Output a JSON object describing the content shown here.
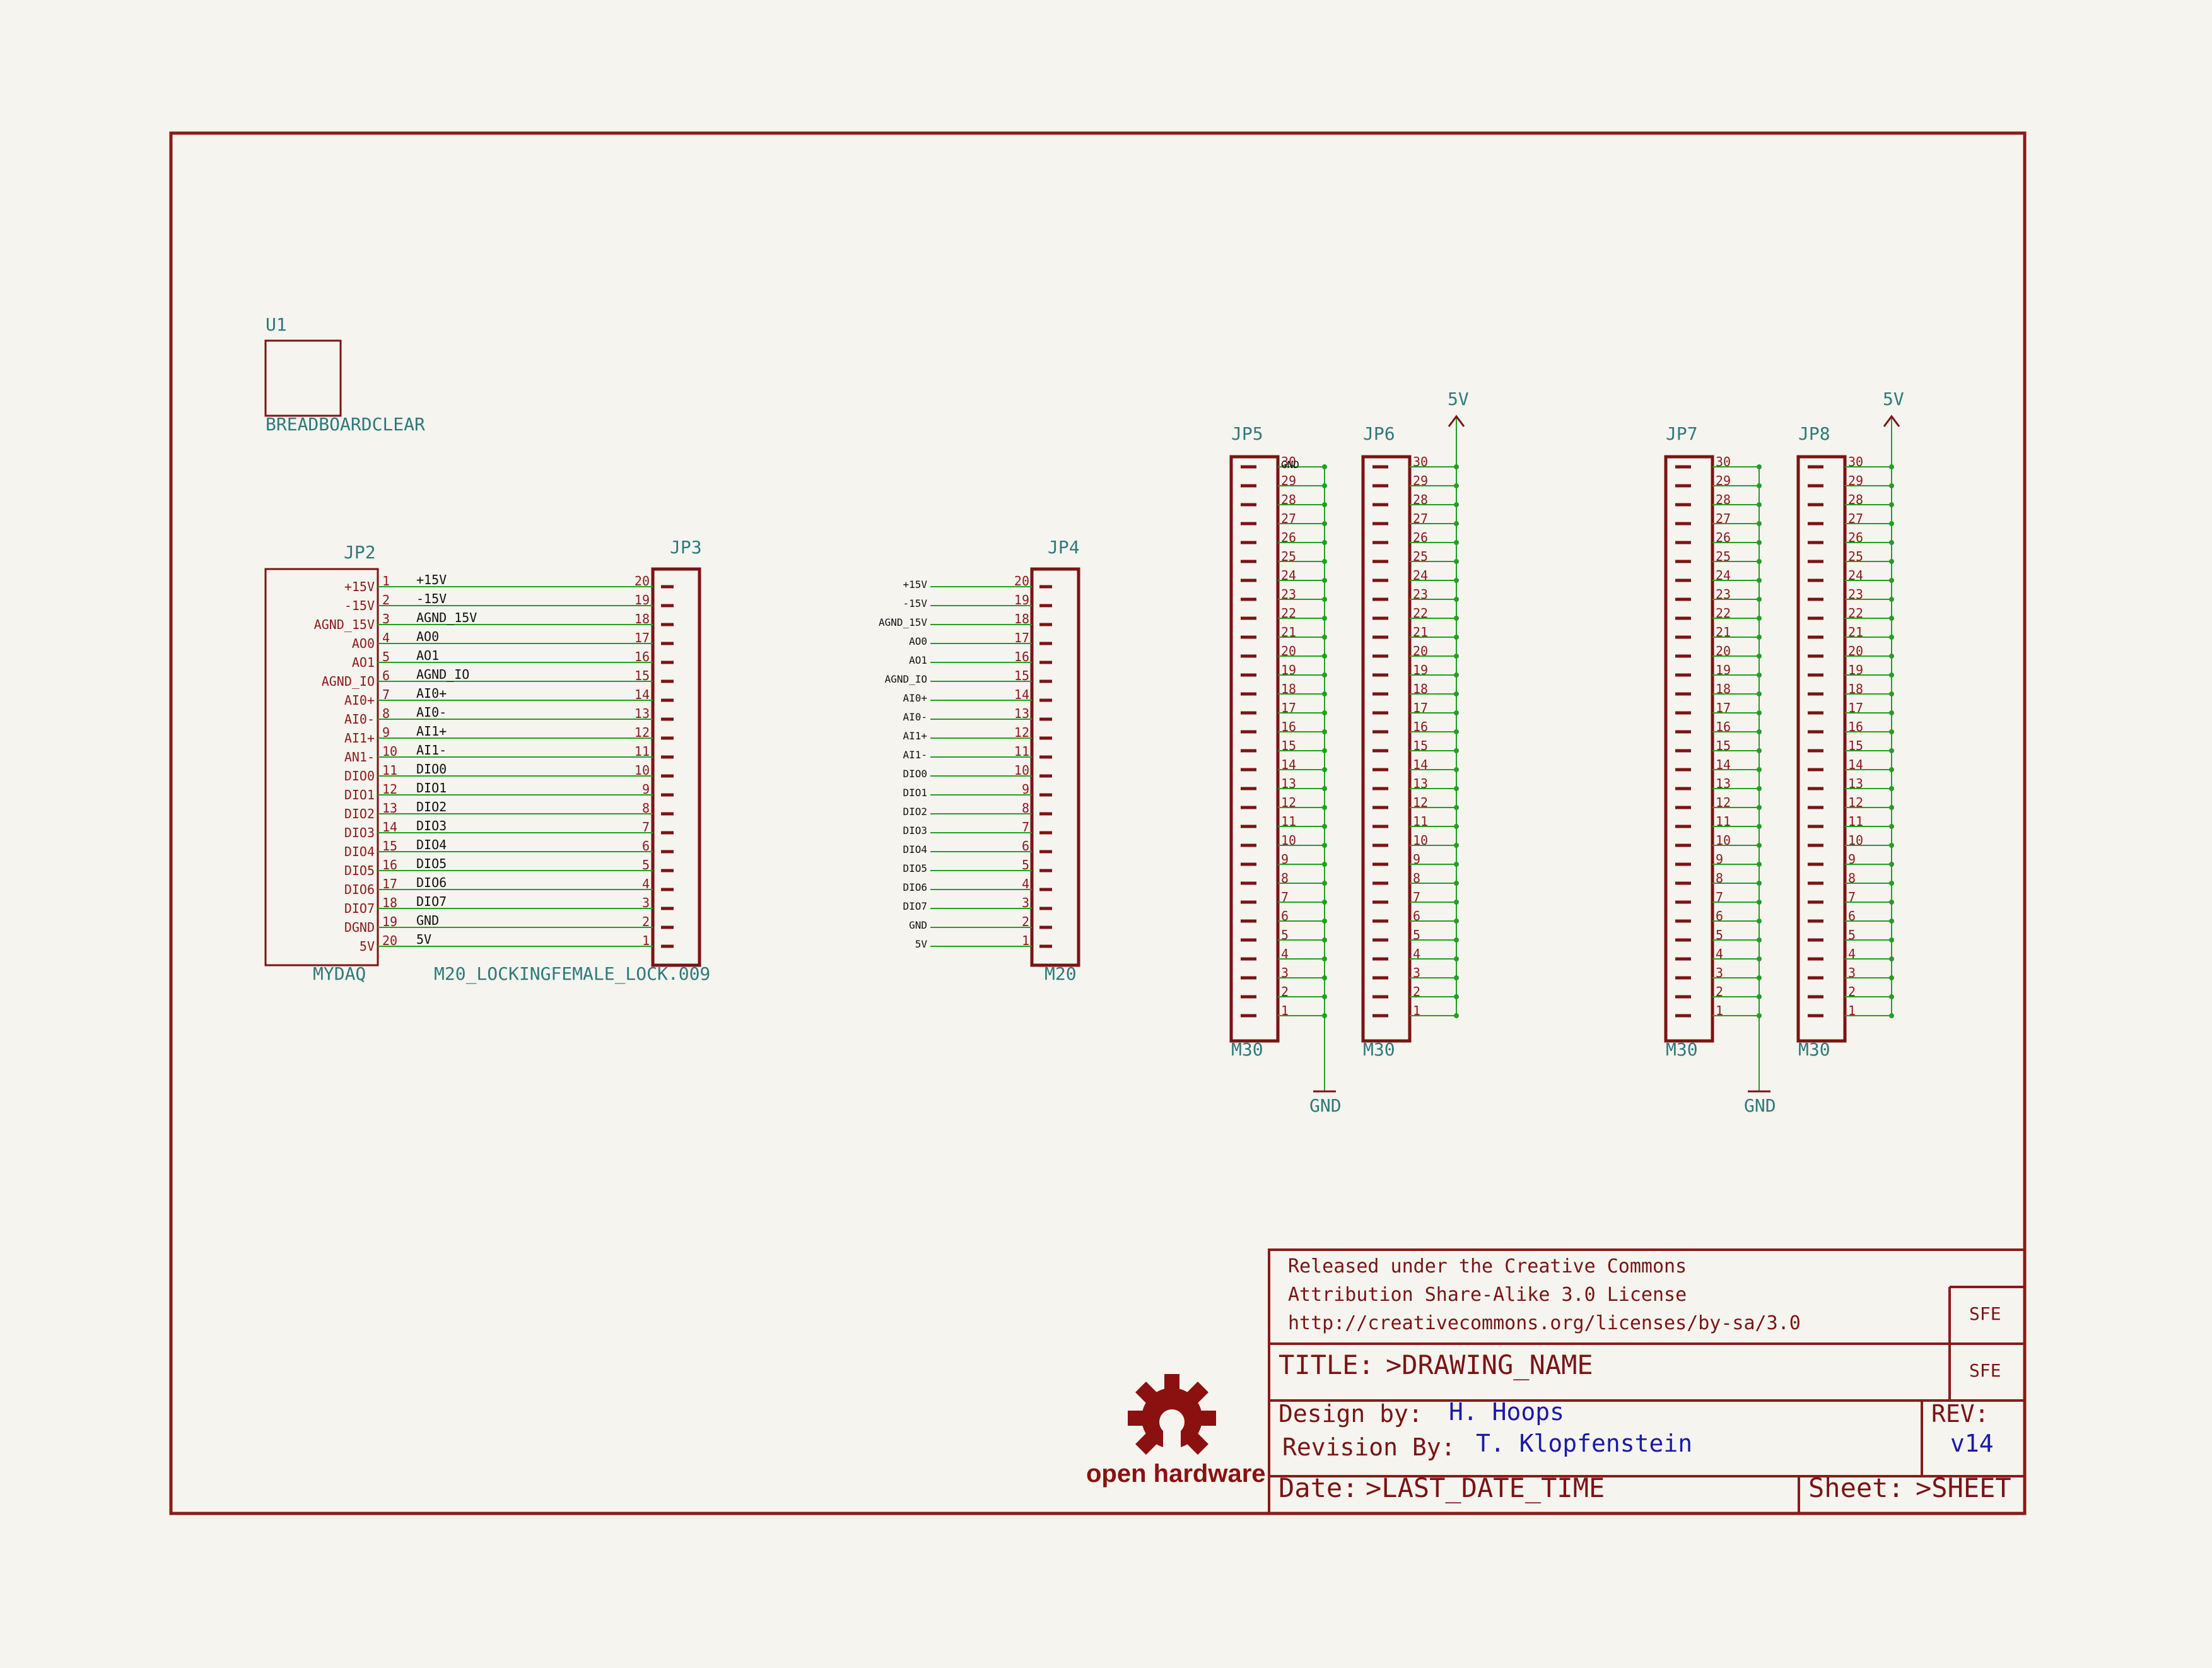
{
  "sheet": {
    "colors": {
      "border": "#8b1a1a",
      "component": "#7a1414",
      "pin": "#8b1a1a",
      "wire": "#22a022",
      "label": "#2f7a7a",
      "junction": "#22a022",
      "author": "#1a1aa8"
    }
  },
  "u1": {
    "ref": "U1",
    "value": "BREADBOARDCLEAR"
  },
  "jp2": {
    "ref": "JP2",
    "value": "MYDAQ",
    "pins": [
      "+15V",
      "-15V",
      "AGND_15V",
      "AO0",
      "AO1",
      "AGND_IO",
      "AI0+",
      "AI0-",
      "AI1+",
      "AN1-",
      "DIO0",
      "DIO1",
      "DIO2",
      "DIO3",
      "DIO4",
      "DIO5",
      "DIO6",
      "DIO7",
      "DGND",
      "5V"
    ]
  },
  "jp3": {
    "ref": "JP3",
    "value": "M20_LOCKINGFEMALE_LOCK.009"
  },
  "jp2_jp3_nets": [
    "+15V",
    "-15V",
    "AGND_15V",
    "AO0",
    "AO1",
    "AGND_IO",
    "AI0+",
    "AI0-",
    "AI1+",
    "AI1-",
    "DIO0",
    "DIO1",
    "DIO2",
    "DIO3",
    "DIO4",
    "DIO5",
    "DIO6",
    "DIO7",
    "GND",
    "5V"
  ],
  "jp4": {
    "ref": "JP4",
    "value": "M20",
    "nets": [
      "+15V",
      "-15V",
      "AGND_15V",
      "AO0",
      "AO1",
      "AGND_IO",
      "AI0+",
      "AI0-",
      "AI1+",
      "AI1-",
      "DIO0",
      "DIO1",
      "DIO2",
      "DIO3",
      "DIO4",
      "DIO5",
      "DIO6",
      "DIO7",
      "GND",
      "5V"
    ]
  },
  "headers30": [
    {
      "ref": "JP5",
      "value": "M30",
      "net": "GND",
      "top_label": "GND"
    },
    {
      "ref": "JP6",
      "value": "M30",
      "net": "5V"
    },
    {
      "ref": "JP7",
      "value": "M30",
      "net": "GND"
    },
    {
      "ref": "JP8",
      "value": "M30",
      "net": "5V"
    }
  ],
  "power": {
    "vcc": "5V",
    "gnd": "GND"
  },
  "logo": {
    "text": "open hardware"
  },
  "title_block": {
    "license_line1": "Released under the Creative Commons",
    "license_line2": "Attribution Share-Alike 3.0 License",
    "license_url": "http://creativecommons.org/licenses/by-sa/3.0",
    "sfe1": "SFE",
    "sfe2": "SFE",
    "title_label": "TITLE:",
    "title_value": ">DRAWING_NAME",
    "design_label": "Design by:",
    "design_value": "H. Hoops",
    "revision_label": "Revision By:",
    "revision_value": "T. Klopfenstein",
    "rev_label": "REV:",
    "rev_value": "v14",
    "date_label": "Date:",
    "date_value": ">LAST_DATE_TIME",
    "sheet_label": "Sheet:",
    "sheet_value": ">SHEET"
  }
}
